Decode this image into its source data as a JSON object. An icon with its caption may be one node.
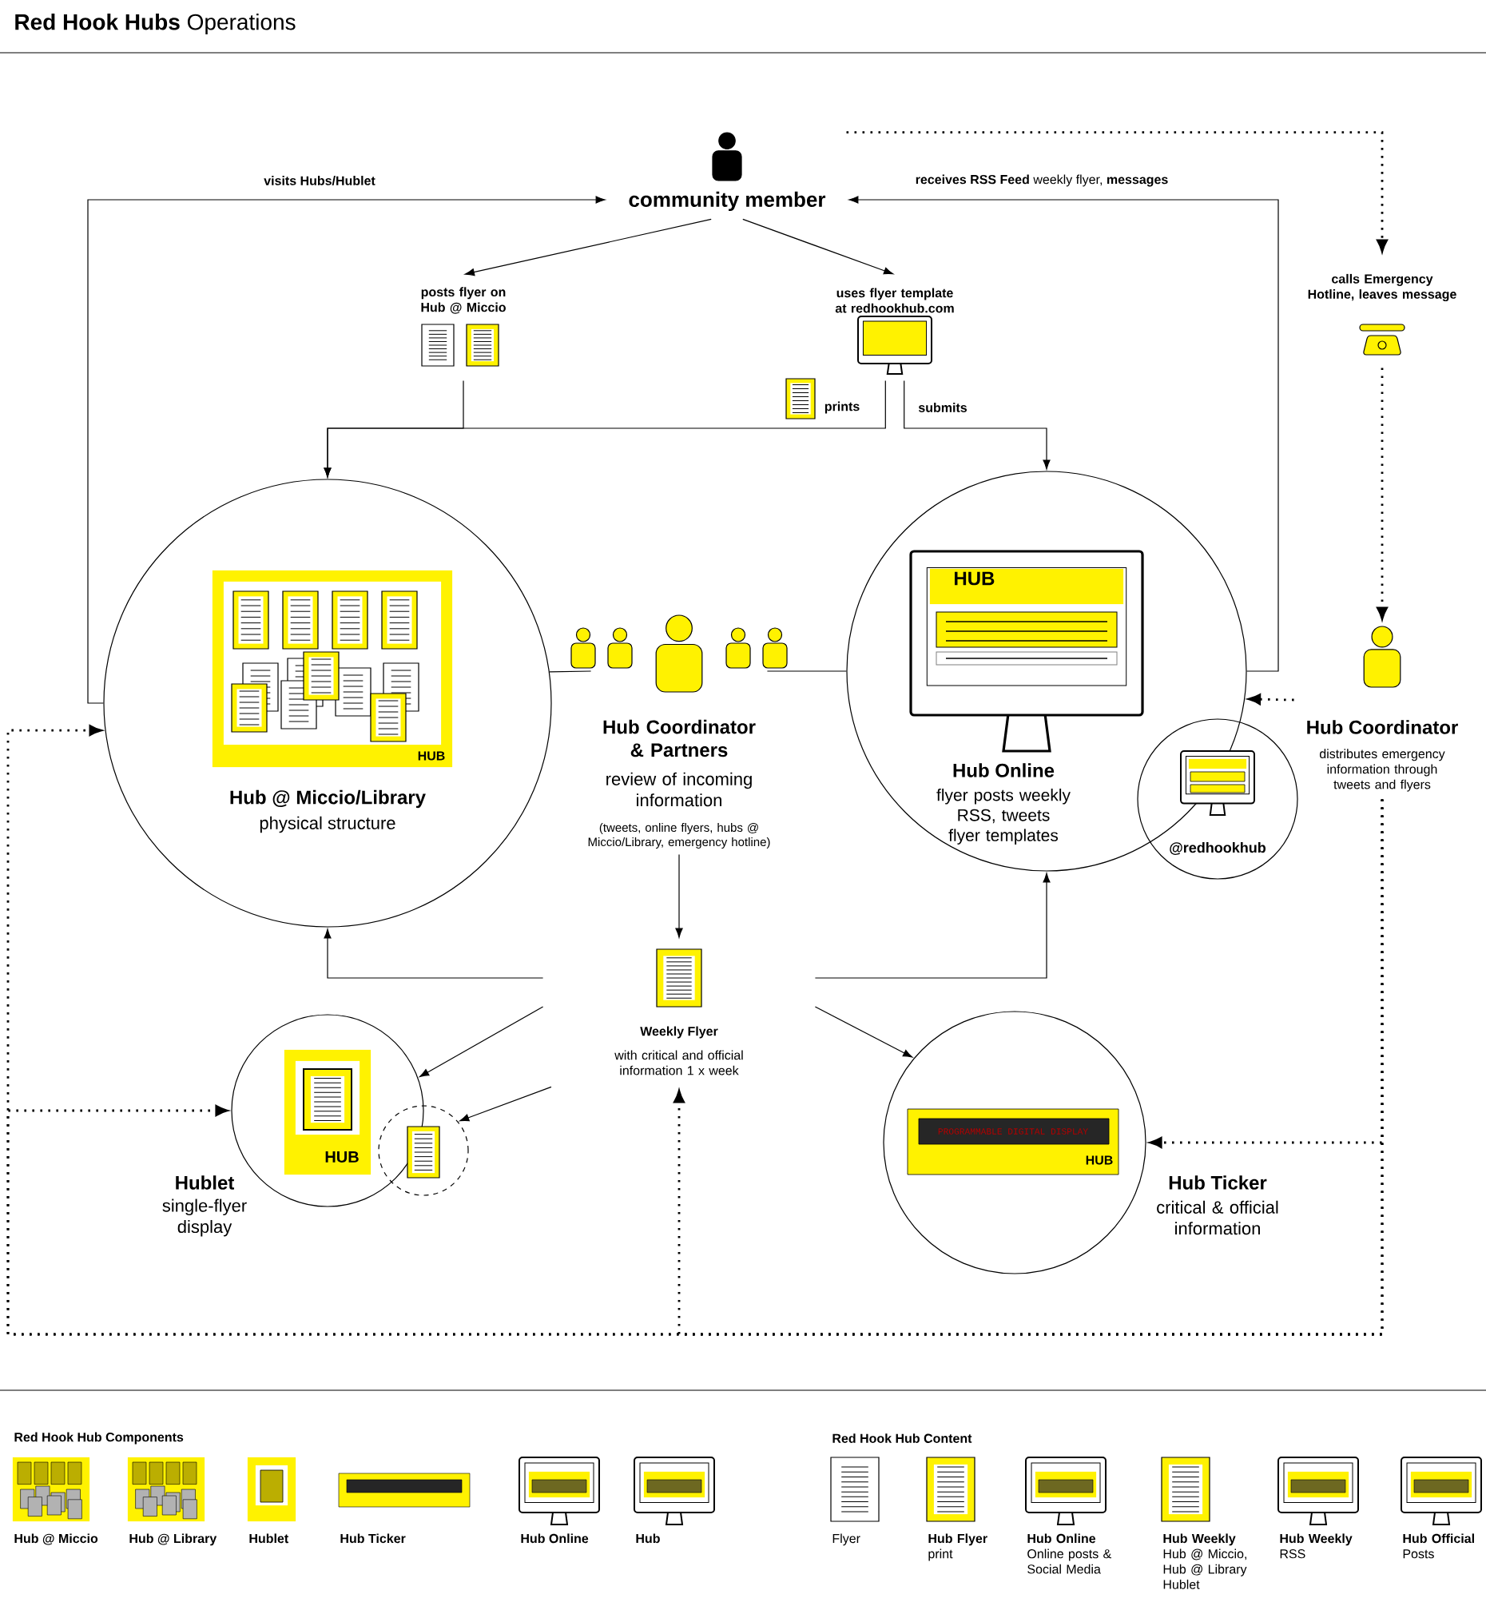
{
  "diagram": {
    "title": "**Red Hook Hubs** Operations",
    "nodes": [
      {
        "text": [
          "community member"
        ]
      },
      {
        "text": [
          "posts flyer on Hub @ Miccio"
        ]
      },
      {
        "text": [
          "uses flyer template at redhookhub.com"
        ]
      },
      {
        "text": [
          "calls Emergency Hotline, leaves message"
        ]
      },
      {
        "text": [
          "Hub @ Miccio/Library",
          "physical structure"
        ]
      },
      {
        "text": [
          "Hub Coordinator & Partners",
          "review of incoming information",
          "(tweets, online flyers, hubs @ Miccio/Library, emergency hotline)"
        ]
      },
      {
        "text": [
          "Hub Online",
          "flyer posts weekly RSS, tweets flyer templates"
        ]
      },
      {
        "text": [
          "@redhookhub"
        ]
      },
      {
        "text": [
          "Hub Coordinator",
          "distributes emergency information through tweets and flyers"
        ]
      },
      {
        "text": [
          "Weekly Flyer",
          "with critical and official information 1 x week"
        ]
      },
      {
        "text": [
          "Hublet",
          "single-flyer display"
        ]
      },
      {
        "text": [],
        "shape": "circle"
      },
      {
        "text": [
          "Hub Ticker",
          "critical & official information"
        ]
      }
    ],
    "edges": [
      {
        "from": 4,
        "to": 0,
        "arrow": "to",
        "label": "visits Hubs/Hublet"
      },
      {
        "from": 6,
        "to": 0,
        "arrow": "to",
        "label": "**receives RSS Feed** weekly flyer, **messages**"
      },
      {
        "from": 0,
        "to": 1,
        "arrow": "to"
      },
      {
        "from": 0,
        "to": 2,
        "arrow": "to"
      },
      {
        "from": 1,
        "to": 4,
        "arrow": "to"
      },
      {
        "from": 2,
        "to": 4,
        "arrow": "to",
        "label": "prints"
      },
      {
        "from": 2,
        "to": 6,
        "arrow": "to",
        "label": "submits"
      },
      {
        "from": 0,
        "to": 3,
        "arrow": "to",
        "style": "dashed"
      },
      {
        "from": 3,
        "to": 8,
        "arrow": "to",
        "style": "dashed"
      },
      {
        "from": 4,
        "to": 5,
        "arrow": "none"
      },
      {
        "from": 5,
        "to": 6,
        "arrow": "none"
      },
      {
        "from": 5,
        "to": 9,
        "arrow": "to"
      },
      {
        "from": 9,
        "to": 4,
        "arrow": "to"
      },
      {
        "from": 9,
        "to": 6,
        "arrow": "to"
      },
      {
        "from": 9,
        "to": 10,
        "arrow": "to"
      },
      {
        "from": 9,
        "to": 11,
        "arrow": "to"
      },
      {
        "from": 9,
        "to": 12,
        "arrow": "to"
      },
      {
        "from": 8,
        "to": 6,
        "arrow": "to",
        "style": "dashed"
      },
      {
        "from": 8,
        "to": 12,
        "arrow": "to",
        "style": "dashed"
      },
      {
        "from": 8,
        "to": 4,
        "arrow": "to",
        "style": "dashed"
      },
      {
        "from": 8,
        "to": 10,
        "arrow": "to",
        "style": "dashed"
      },
      {
        "from": 8,
        "to": 9,
        "arrow": "to",
        "style": "dashed"
      }
    ],
    "labels": [
      "HUB",
      "HUB",
      "HUB",
      "PROGRAMMABLE DIGITAL DISPLAY",
      "HUB",
      "Red Hook Hub Components",
      "Red Hook Hub Content"
    ],
    "legend": [
      {
        "text": "Hub @ Miccio"
      },
      {
        "text": "Hub @ Library"
      },
      {
        "text": "Hublet"
      },
      {
        "text": "Hub Ticker"
      },
      {
        "text": "Hub Online"
      },
      {
        "text": "Hub"
      },
      {
        "text": "Flyer"
      },
      {
        "text": "**Hub Flyer** print"
      },
      {
        "text": "**Hub Online** Online posts & Social Media"
      },
      {
        "text": "**Hub Weekly** Hub @ Miccio, Hub @ Library Hublet"
      },
      {
        "text": "**Hub Weekly** RSS"
      },
      {
        "text": "**Hub Official** Posts"
      }
    ]
  }
}
